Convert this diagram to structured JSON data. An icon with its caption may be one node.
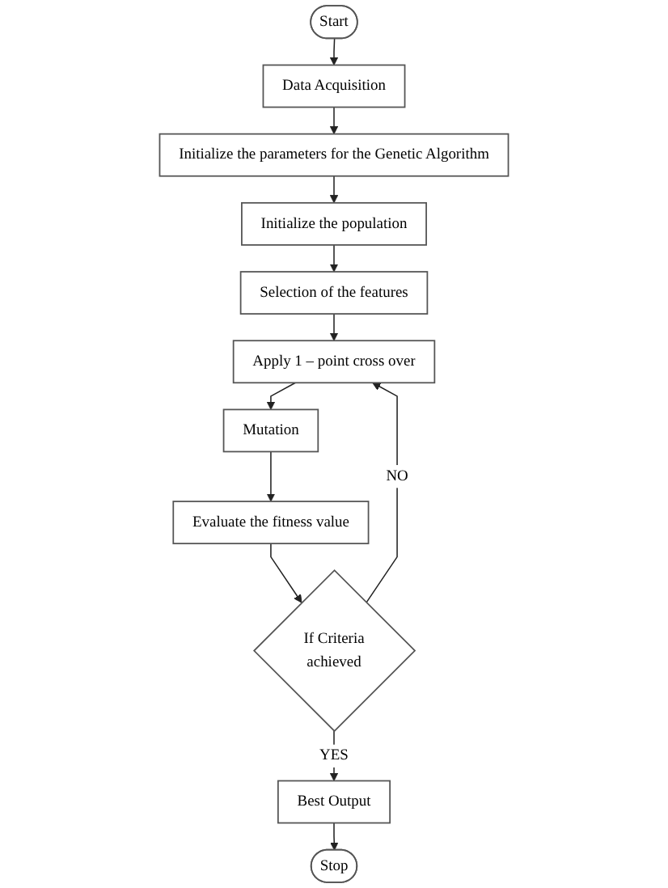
{
  "diagram": {
    "nodes": [
      {
        "text": [
          "Start"
        ]
      },
      {
        "text": [
          "Data Acquisition"
        ]
      },
      {
        "text": [
          "Initialize the parameters for the Genetic Algorithm"
        ]
      },
      {
        "text": [
          "Initialize the population"
        ]
      },
      {
        "text": [
          "Selection of the features"
        ]
      },
      {
        "text": [
          "Apply 1 – point cross over"
        ]
      },
      {
        "text": [
          "Mutation"
        ]
      },
      {
        "text": [
          "Evaluate the fitness value"
        ]
      },
      {
        "text": [
          "If Criteria achieved"
        ]
      },
      {
        "text": [
          "Best Output"
        ]
      },
      {
        "text": [
          "Stop"
        ]
      }
    ],
    "edges": [
      {
        "from": 0,
        "to": 1,
        "arrow": "to"
      },
      {
        "from": 1,
        "to": 2,
        "arrow": "to"
      },
      {
        "from": 2,
        "to": 3,
        "arrow": "to"
      },
      {
        "from": 3,
        "to": 4,
        "arrow": "to"
      },
      {
        "from": 4,
        "to": 5,
        "arrow": "to"
      },
      {
        "from": 5,
        "to": 6,
        "arrow": "to"
      },
      {
        "from": 6,
        "to": 7,
        "arrow": "to"
      },
      {
        "from": 7,
        "to": 8,
        "arrow": "to"
      },
      {
        "from": 8,
        "to": 5,
        "arrow": "to",
        "label": "NO"
      },
      {
        "from": 8,
        "to": 9,
        "arrow": "to",
        "label": "YES"
      },
      {
        "from": 9,
        "to": 10,
        "arrow": "to"
      }
    ]
  }
}
